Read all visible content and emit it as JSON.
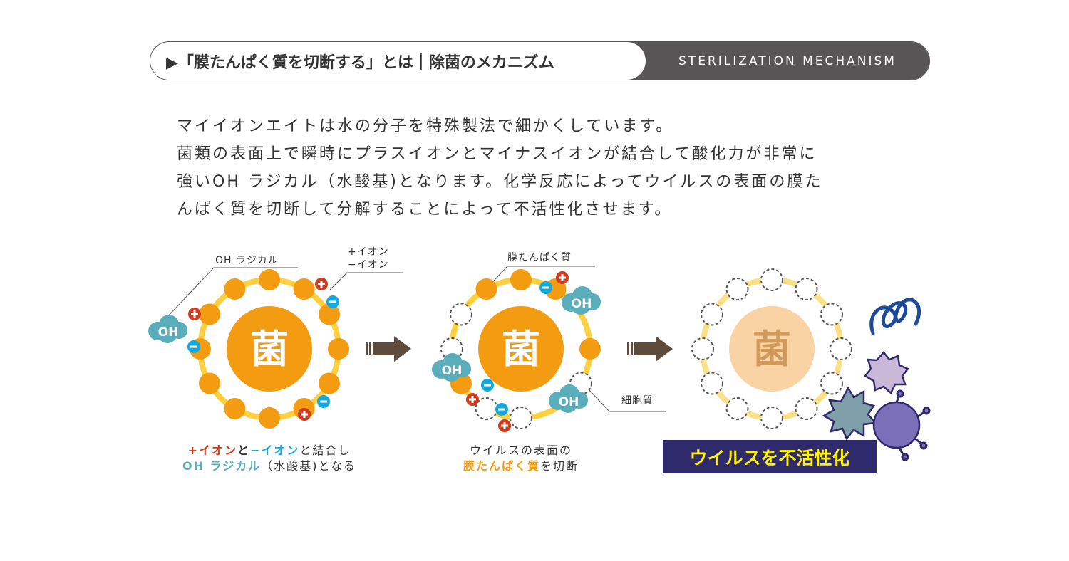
{
  "header": {
    "title": "▶「膜たんぱく質を切断する」とは｜除菌のメカニズム",
    "subtitle": "STERILIZATION MECHANISM"
  },
  "intro": {
    "lines": [
      "マイイオンエイトは水の分子を特殊製法で細かくしています。",
      "菌類の表面上で瞬時にプラスイオンとマイナスイオンが結合して酸化力が非常に",
      "強いOH ラジカル（水酸基)となります。化学反応によってウイルスの表面の膜た",
      "んぱく質を切断して分解することによって不活性化させます。"
    ]
  },
  "diagram": {
    "germ_label": "菌",
    "oh_label": "OH",
    "step1": {
      "label_oh": "OH ラジカル",
      "label_plus": "+イオン",
      "label_minus": "−イオン",
      "caption_plus": "+イオン",
      "caption_and1": "と",
      "caption_minus": "−イオン",
      "caption_rest": "と結合し",
      "caption_oh": "OH ラジカル",
      "caption_end": "（水酸基)となる"
    },
    "step2": {
      "label_membrane": "膜たんぱく質",
      "label_cytoplasm": "細胞質",
      "caption_line1": "ウイルスの表面の",
      "caption_highlight": "膜たんぱく質",
      "caption_end": "を切断"
    },
    "step3": {
      "banner": "ウイルスを不活性化"
    },
    "colors": {
      "orange": "#f39c12",
      "ring": "#fcd03e",
      "teal": "#5aadbb",
      "red": "#d23b1e",
      "blue": "#13a9de",
      "arrow": "#5e4b3c",
      "navy": "#2e2a6b",
      "yellow": "#fff100"
    }
  }
}
